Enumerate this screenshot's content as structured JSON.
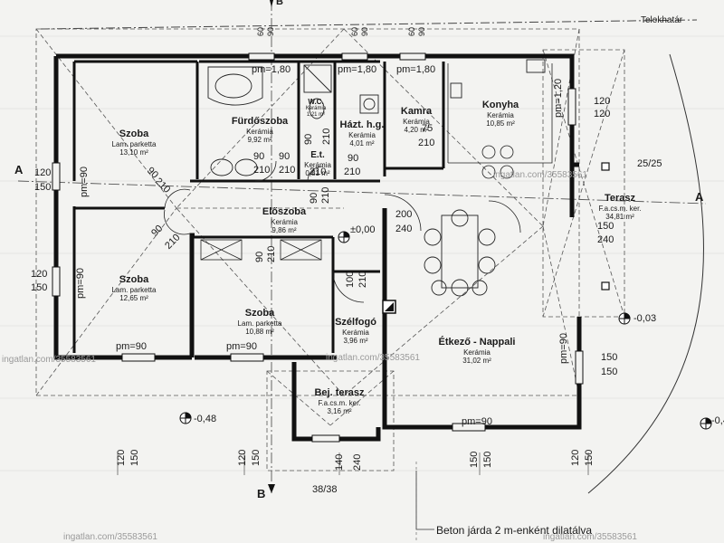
{
  "plot": {
    "boundary_label": "Telekhatár"
  },
  "section_marks": {
    "a_left": "A",
    "a_right": "A",
    "b_bottom": "B",
    "b_top": "B"
  },
  "rooms": [
    {
      "name": "Szoba",
      "floor": "Lam. parketta",
      "area": "13,10 m²"
    },
    {
      "name": "Fürdőszoba",
      "floor": "Kerámia",
      "area": "9,92 m²"
    },
    {
      "name": "W.C.",
      "floor": "Kerámia",
      "area": "1,21 m²"
    },
    {
      "name": "Házt. h.g.",
      "floor": "Kerámia",
      "area": "4,01 m²"
    },
    {
      "name": "Kamra",
      "floor": "Kerámia",
      "area": "4,20 m²"
    },
    {
      "name": "Konyha",
      "floor": "Kerámia",
      "area": "10,85 m²"
    },
    {
      "name": "E.t.",
      "floor": "Kerámia",
      "area": "0,81 m²"
    },
    {
      "name": "Előszoba",
      "floor": "Kerámia",
      "area": "9,86 m²"
    },
    {
      "name": "Szoba",
      "floor": "Lam. parketta",
      "area": "12,65 m²"
    },
    {
      "name": "Szoba",
      "floor": "Lam. parketta",
      "area": "10,88 m²"
    },
    {
      "name": "Szélfogó",
      "floor": "Kerámia",
      "area": "3,96 m²"
    },
    {
      "name": "Étkező - Nappali",
      "floor": "Kerámia",
      "area": "31,02 m²"
    },
    {
      "name": "Terasz",
      "floor": "F.a.cs.m. ker.",
      "area": "34,81 m²"
    },
    {
      "name": "Bej. terasz",
      "floor": "F.a.cs.m. ker.",
      "area": "3,16 m²"
    }
  ],
  "parapets": {
    "bath": "pm=1,80",
    "utility": "pm=1,80",
    "pantry": "pm=1,80",
    "kitchen": "pm=1,20",
    "room1": "pm=90",
    "room2": "pm=90",
    "room3a": "pm=90",
    "room3b": "pm=90",
    "living_s": "pm=90",
    "living_e": "pm=90"
  },
  "dimensions": {
    "top_60a": "60",
    "top_60b": "60",
    "top_60c": "60",
    "top_90a": "90",
    "top_90b": "90",
    "top_90c": "90",
    "k_120a": "120",
    "k_120b": "120",
    "l_120a": "120",
    "l_150a": "150",
    "l_120b": "120",
    "l_150b": "150",
    "bath_90a": "90",
    "bath_210a": "210",
    "bath_90b": "90",
    "bath_210b": "210",
    "wc_90": "90",
    "wc_210": "210",
    "et_210": "210",
    "ht_210": "210",
    "mid_90": "90",
    "mid_210": "210",
    "hall_90a": "90",
    "hall_210a": "210",
    "hall_90b": "90",
    "hall_210b": "210",
    "room3_90": "90",
    "room3_210": "210",
    "sz_100": "100",
    "sz_210": "210",
    "door_200": "200",
    "door_240": "240",
    "kam_75": "75",
    "kam_210": "210",
    "ter_150": "150",
    "ter_240": "240",
    "ter_25_25": "25/25",
    "liv_150a": "150",
    "liv_150b": "150",
    "bot_120a": "120",
    "bot_150a": "150",
    "bot_120b": "120",
    "bot_150b": "150",
    "bot_140": "140",
    "bot_240": "240",
    "bot_150c": "150",
    "bot_150d": "150",
    "bot_120c": "120",
    "bot_150e": "150",
    "bot_38_38": "38/38"
  },
  "levels": {
    "hall": "±0,00",
    "terrace": "-0,03",
    "outside": "-0,48",
    "right_edge": "-0,4"
  },
  "note": "Beton járda 2 m-enként dilatálva",
  "watermarks": [
    "ingatlan.com/35583561",
    "ingatlan.com/35583561",
    "ingatlan.com/35583561",
    "ingatlan.com/35583561",
    "ingatlan.com/35583561"
  ]
}
